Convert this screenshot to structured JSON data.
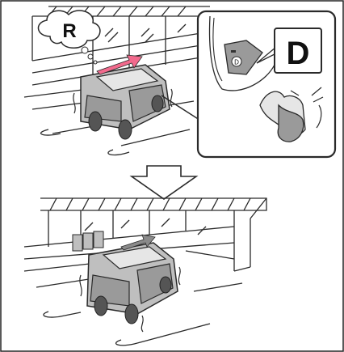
{
  "illustration": {
    "thought_bubble_letter": "R",
    "dash_selector_letter": "D",
    "display_letter": "D"
  },
  "colors": {
    "frame": "#222222",
    "line": "#2a2a2a",
    "gray_dark": "#9a9a9a",
    "gray_mid": "#bfbfbf",
    "gray_light": "#e6e6e6",
    "pink_arrow": "#f26a8d",
    "gray_arrow": "#8a8a8a",
    "white": "#ffffff"
  },
  "icons": [
    "thought-bubble-icon",
    "down-arrow-icon",
    "gear-display-icon",
    "foot-pedal-icon"
  ]
}
